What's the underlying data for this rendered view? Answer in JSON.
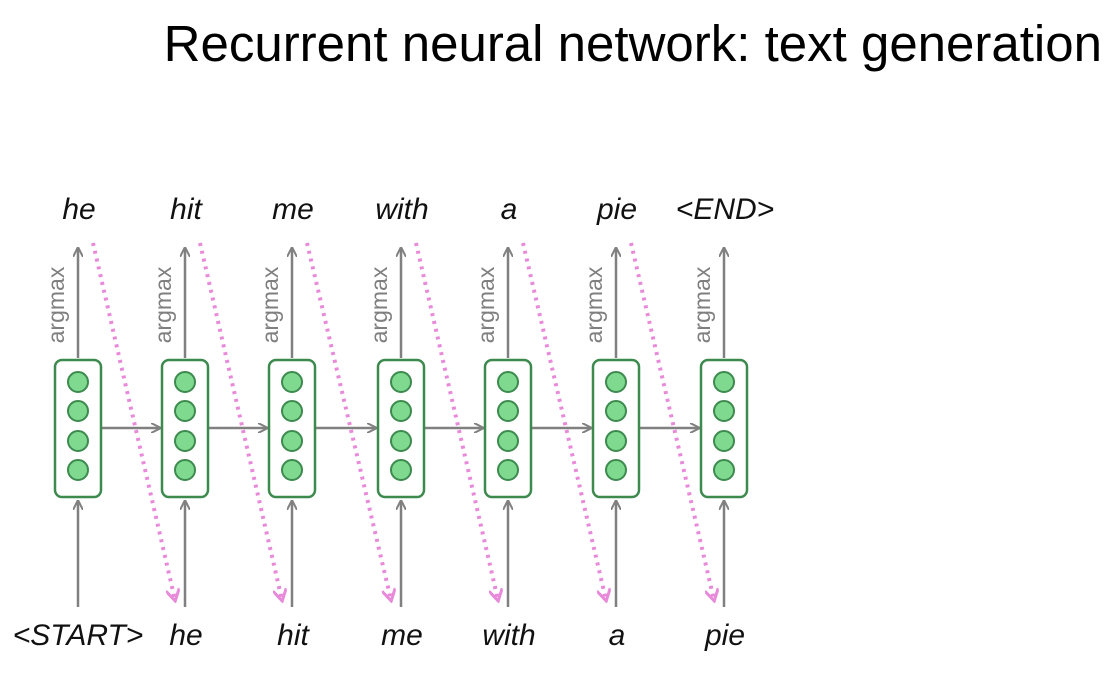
{
  "title": "Recurrent neural network: text generation",
  "rnn_steps": [
    {
      "input": "<START>",
      "output": "he",
      "op": "argmax"
    },
    {
      "input": "he",
      "output": "hit",
      "op": "argmax"
    },
    {
      "input": "hit",
      "output": "me",
      "op": "argmax"
    },
    {
      "input": "me",
      "output": "with",
      "op": "argmax"
    },
    {
      "input": "with",
      "output": "a",
      "op": "argmax"
    },
    {
      "input": "a",
      "output": "pie",
      "op": "argmax"
    },
    {
      "input": "pie",
      "output": "<END>",
      "op": "argmax"
    }
  ],
  "colors": {
    "cell_stroke": "#3d8a4f",
    "unit_fill": "#7fd98f",
    "arrow": "#808080",
    "feedback_arrow": "#e889d9"
  }
}
